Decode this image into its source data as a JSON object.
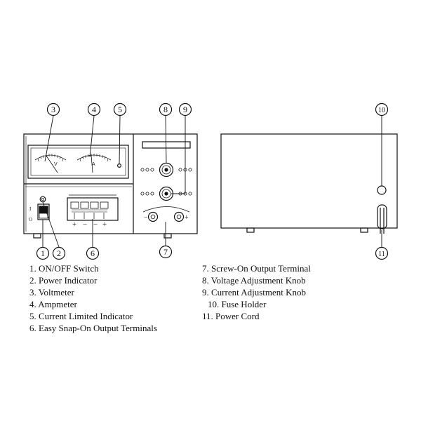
{
  "callouts": {
    "c1": "1",
    "c2": "2",
    "c3": "3",
    "c4": "4",
    "c5": "5",
    "c6": "6",
    "c7": "7",
    "c8": "8",
    "c9": "9",
    "c10": "10",
    "c11": "11"
  },
  "meters": {
    "volt_letter": "V",
    "amp_letter": "A"
  },
  "legend_left": [
    "1. ON/OFF Switch",
    "2. Power Indicator",
    "3. Voltmeter",
    "4. Ampmeter",
    "5. Current Limited Indicator",
    "6. Easy Snap-On Output Terminals"
  ],
  "legend_right": [
    "7. Screw-On Output Terminal",
    "8. Voltage Adjustment Knob",
    "9. Current Adjustment Knob",
    "10. Fuse Holder",
    "11. Power Cord"
  ],
  "terminal_signs": {
    "plus": "+",
    "minus": "−",
    "rail_pos": "+",
    "rail_neg": "−"
  },
  "switch_marks": {
    "on": "I",
    "off": "O"
  }
}
